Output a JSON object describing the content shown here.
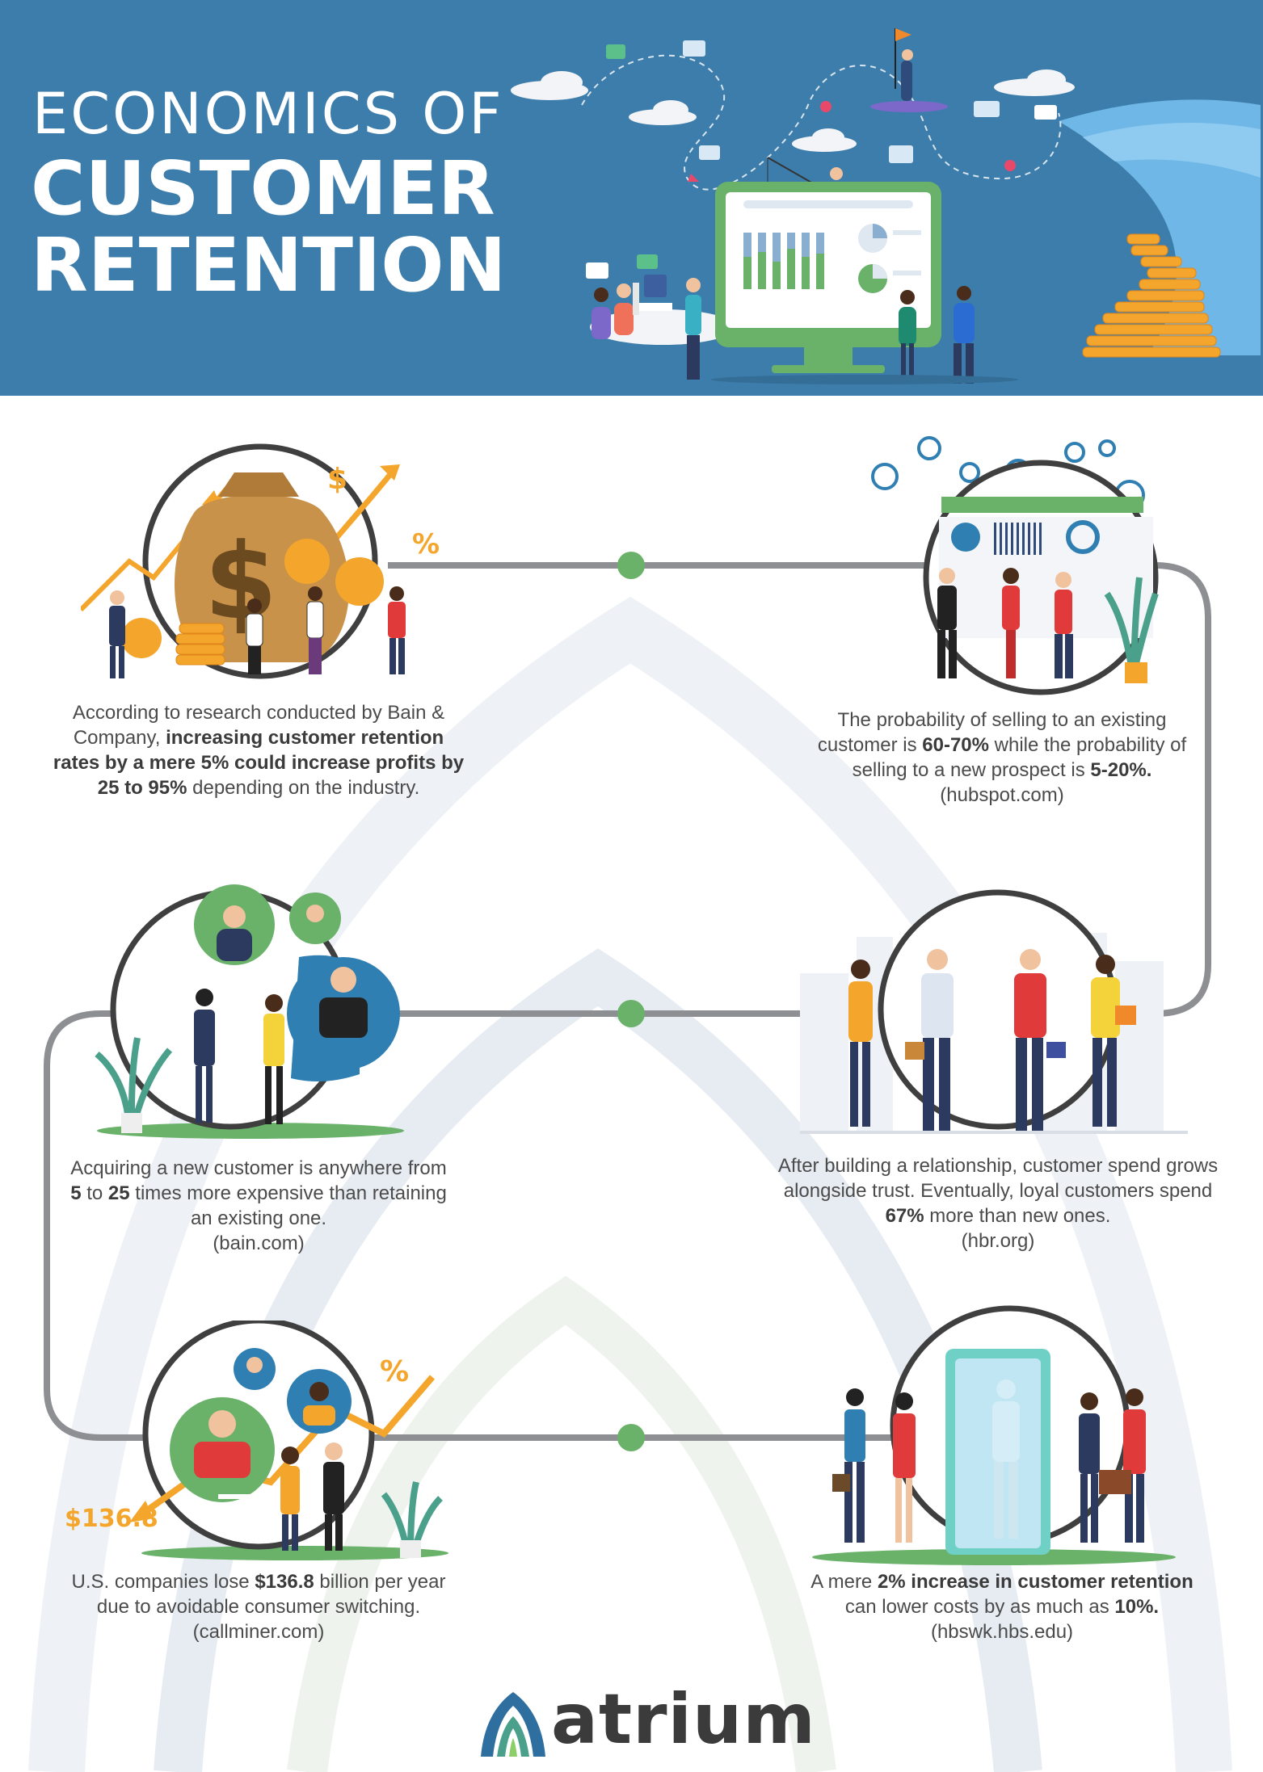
{
  "header": {
    "title_line1": "ECONOMICS OF",
    "title_line2": "CUSTOMER",
    "title_line3": "RETENTION"
  },
  "colors": {
    "header_bg": "#3d7dab",
    "track": "#8d8f93",
    "node": "#6ab26a",
    "accent_orange": "#f4a52b",
    "ring": "#3f3f3f"
  },
  "stats": [
    {
      "id": "bain-profits",
      "parts": [
        {
          "t": "According to research conducted by Bain & Company, ",
          "b": false
        },
        {
          "t": "increasing customer retention rates by a mere 5% could increase profits by 25 to 95%",
          "b": true
        },
        {
          "t": " depending on the industry.",
          "b": false
        }
      ],
      "source": ""
    },
    {
      "id": "hubspot-probability",
      "parts": [
        {
          "t": "The probability of selling to an existing customer is ",
          "b": false
        },
        {
          "t": "60-70%",
          "b": true
        },
        {
          "t": " while the probability of selling to a new prospect is ",
          "b": false
        },
        {
          "t": "5-20%.",
          "b": true
        }
      ],
      "source": "(hubspot.com)"
    },
    {
      "id": "bain-cost",
      "parts": [
        {
          "t": "Acquiring a new customer is anywhere from ",
          "b": false
        },
        {
          "t": "5",
          "b": true
        },
        {
          "t": " to ",
          "b": false
        },
        {
          "t": "25",
          "b": true
        },
        {
          "t": " times more expensive than retaining an existing one.",
          "b": false
        }
      ],
      "source": "(bain.com)"
    },
    {
      "id": "hbr-spend",
      "parts": [
        {
          "t": "After building a relationship, customer spend grows alongside trust. Eventually, loyal customers spend ",
          "b": false
        },
        {
          "t": "67%",
          "b": true
        },
        {
          "t": " more than new ones.",
          "b": false
        }
      ],
      "source": "(hbr.org)"
    },
    {
      "id": "callminer-loss",
      "parts": [
        {
          "t": "U.S. companies lose ",
          "b": false
        },
        {
          "t": "$136.8",
          "b": true
        },
        {
          "t": " billion per year due to avoidable consumer switching.",
          "b": false
        }
      ],
      "source": "(callminer.com)"
    },
    {
      "id": "hbs-costs",
      "parts": [
        {
          "t": "A mere ",
          "b": false
        },
        {
          "t": "2% increase in customer retention",
          "b": true
        },
        {
          "t": " can lower costs by as much as ",
          "b": false
        },
        {
          "t": "10%.",
          "b": true
        }
      ],
      "source": "(hbswk.hbs.edu)"
    }
  ],
  "illustrations": {
    "money_label": "$136.8",
    "percent": "%",
    "dollar": "$"
  },
  "footer": {
    "logo_text": "atrium"
  }
}
